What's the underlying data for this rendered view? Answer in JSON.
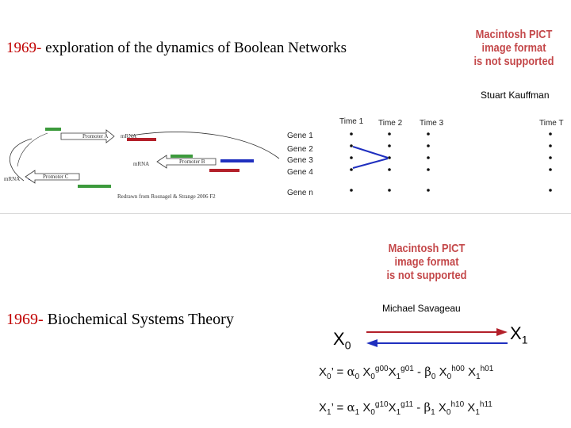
{
  "kauffman": {
    "title_year": "1969-",
    "title_text": " exploration of the dynamics of Boolean Networks",
    "pict_placeholder": [
      "Macintosh PICT",
      "image format",
      "is not supported"
    ],
    "author": "Stuart Kauffman",
    "time_labels": [
      "Time 1",
      "Time 2",
      "Time 3",
      "Time T"
    ],
    "gene_labels": [
      "Gene 1",
      "Gene 2",
      "Gene 3",
      "Gene 4",
      "Gene n"
    ],
    "operon_labels": {
      "promoter_a": "Promoter A",
      "mrna_1": "mRNA",
      "mrna_2": "mRNA",
      "promoter_b": "Promoter B",
      "mrna_3": "mRNA",
      "promoter_c": "Promoter C",
      "citation": "Redrawn from Rosnagel & Strange 2006 F2"
    }
  },
  "savageau": {
    "title_year": "1969-",
    "title_text": " Biochemical Systems Theory",
    "pict_placeholder": [
      "Macintosh PICT",
      "image format",
      "is not supported"
    ],
    "author": "Michael Savageau",
    "x0_label": "X",
    "x0_sub": "0",
    "x1_label": "X",
    "x1_sub": "1",
    "eq1": {
      "lhs": "X",
      "lhs_sub": "0",
      "prime": "’ = ",
      "a": "α",
      "a_sub": "0",
      "t1": " X",
      "t1_sub": "0",
      "t1_sup": "g00",
      "t2": "X",
      "t2_sub": "1",
      "t2_sup": "g01",
      "minus": " - ",
      "b": "β",
      "b_sub": "0",
      "t3": " X",
      "t3_sub": "0",
      "t3_sup": "h00",
      "t4": " X",
      "t4_sub": "1",
      "t4_sup": "h01"
    },
    "eq2": {
      "lhs": "X",
      "lhs_sub": "1",
      "prime": "’ = ",
      "a": "α",
      "a_sub": "1",
      "t1": " X",
      "t1_sub": "0",
      "t1_sup": "g10",
      "t2": "X",
      "t2_sub": "1",
      "t2_sup": "g11",
      "minus": " - ",
      "b": "β",
      "b_sub": "1",
      "t3": " X",
      "t3_sub": "0",
      "t3_sup": "h10",
      "t4": " X",
      "t4_sub": "1",
      "t4_sup": "h11"
    }
  },
  "colors": {
    "accent_red": "#c00000",
    "blue": "#1f2fbf",
    "green": "#3c9a3c",
    "dark_red": "#b3202a",
    "pict_red": "#c4484a"
  }
}
